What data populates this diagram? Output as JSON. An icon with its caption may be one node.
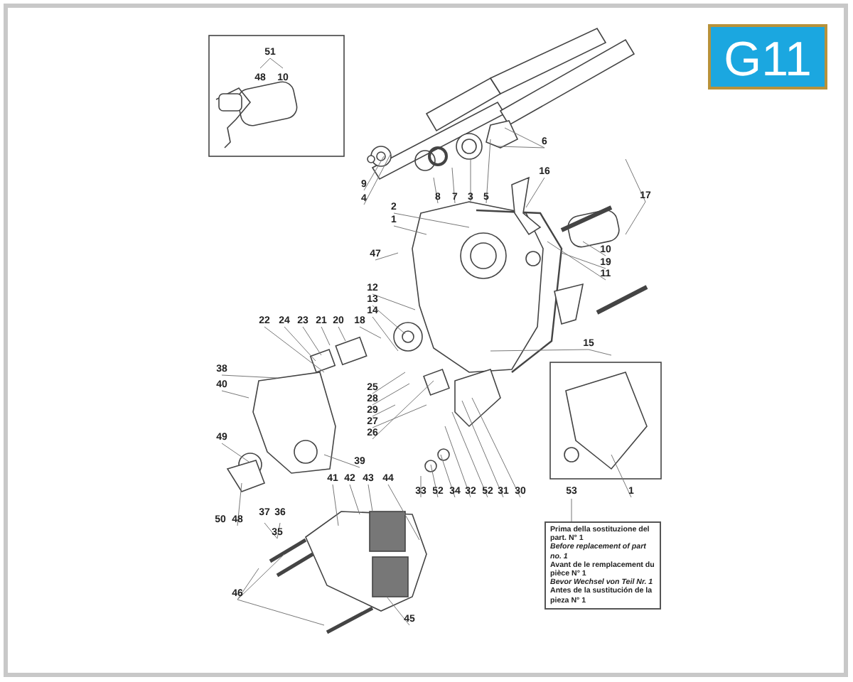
{
  "diagram": {
    "labels": [
      "G11",
      "51",
      "48",
      "10",
      "6",
      "9",
      "4",
      "8",
      "7",
      "3",
      "5",
      "16",
      "17",
      "2",
      "1",
      "47",
      "10",
      "19",
      "11",
      "12",
      "13",
      "14",
      "22",
      "24",
      "23",
      "21",
      "20",
      "18",
      "15",
      "38",
      "40",
      "25",
      "28",
      "29",
      "27",
      "26",
      "49",
      "39",
      "50",
      "48",
      "37",
      "36",
      "35",
      "33",
      "52",
      "34",
      "32",
      "52",
      "31",
      "30",
      "41",
      "42",
      "43",
      "44",
      "53",
      "1",
      "46",
      "45",
      "Prima della sostituzione del part. N° 1",
      "Before replacement of part no. 1",
      "Avant de le remplacement du pièce N° 1",
      "Bevor Wechsel von Teil Nr. 1",
      "Antes de la sustitución de la pieza N° 1"
    ]
  }
}
